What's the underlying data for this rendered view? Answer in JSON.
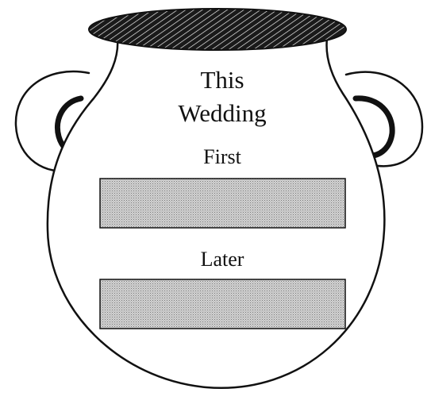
{
  "jar": {
    "title_line_1": "This",
    "title_line_2": "Wedding"
  },
  "blanks": [
    {
      "label": "First",
      "answer": ""
    },
    {
      "label": "Later",
      "answer": ""
    }
  ],
  "colors": {
    "ink": "#111111",
    "paper": "#ffffff",
    "blank_fill": "#c9c9c9"
  }
}
